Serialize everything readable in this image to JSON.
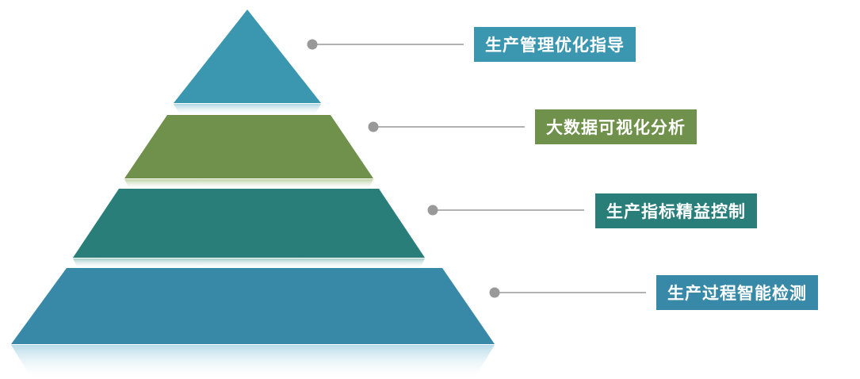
{
  "levels": [
    {
      "label": "生产管理优化指导",
      "color": "#3b97b0",
      "shadow": "#a9d3e0"
    },
    {
      "label": "大数据可视化分析",
      "color": "#6f914b",
      "shadow": "#c5d8b0"
    },
    {
      "label": "生产指标精益控制",
      "color": "#297e7a",
      "shadow": "#a8d2cf"
    },
    {
      "label": "生产过程智能检测",
      "color": "#3889a8",
      "shadow": "#b9dce9"
    }
  ],
  "connector_color": "#999999"
}
